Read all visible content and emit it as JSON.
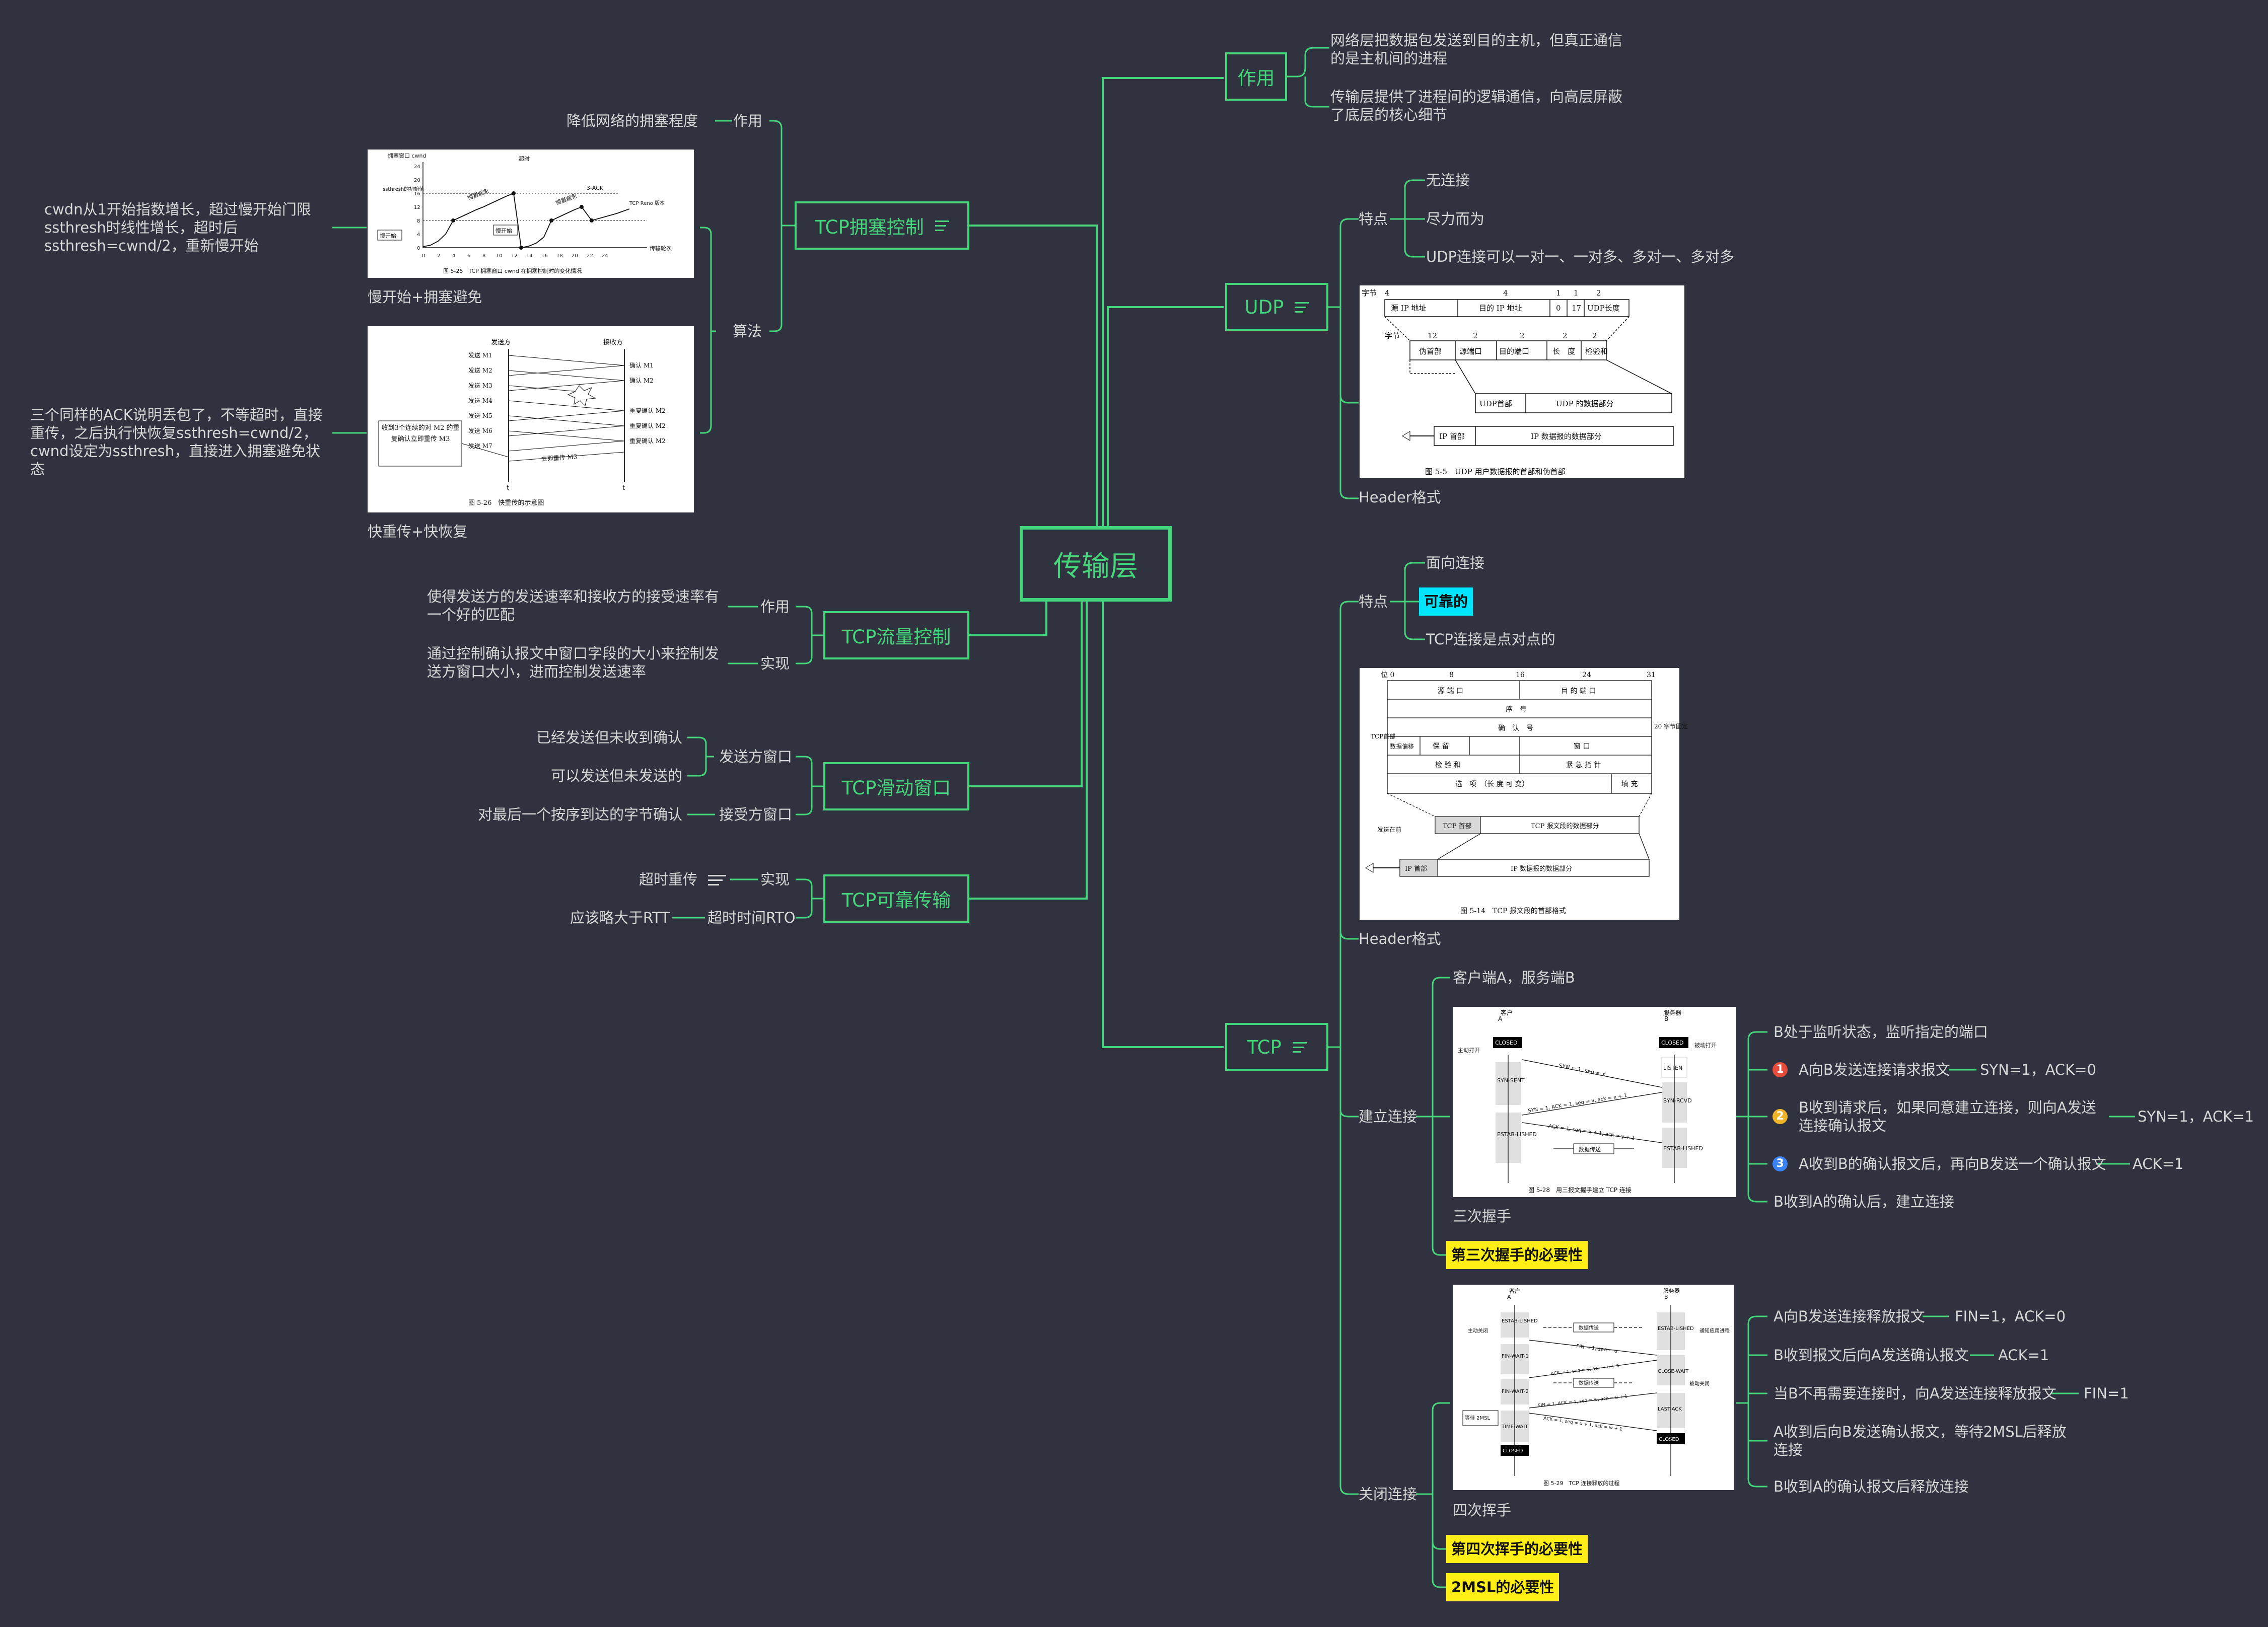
{
  "central": "传输层",
  "right": {
    "role": {
      "title": "作用",
      "items": [
        "网络层把数据包发送到目的主机，但真正通信的是主机间的进程",
        "传输层提供了进程间的逻辑通信，向高层屏蔽了底层的核心细节"
      ]
    },
    "udp": {
      "title": "UDP",
      "feature_label": "特点",
      "features": [
        "无连接",
        "尽力而为",
        "UDP连接可以一对一、一对多、多对一、多对多"
      ],
      "fig_caption": "图 5-5　UDP 用户数据报的首部和伪首部",
      "header_label": "Header格式",
      "fig": {
        "row1_label": "字节",
        "row1_nums": [
          "4",
          "4",
          "1",
          "1",
          "2"
        ],
        "row1_cells": [
          "源 IP 地址",
          "目的 IP 地址",
          "0",
          "17",
          "UDP长度"
        ],
        "row2_label": "字节",
        "row2_nums": [
          "12",
          "2",
          "2",
          "2",
          "2"
        ],
        "row2_cells": [
          "伪首部",
          "源端口",
          "目的端口",
          "长　度",
          "检验和"
        ],
        "udp_head": "UDP首部",
        "udp_data": "UDP 的数据部分",
        "ip_head": "IP 首部",
        "ip_data": "IP 数据报的数据部分"
      }
    },
    "tcp": {
      "title": "TCP",
      "feature_label": "特点",
      "features": [
        "面向连接",
        "可靠的",
        "TCP连接是点对点的"
      ],
      "fig_caption": "图 5-14　TCP 报文段的首部格式",
      "header_label": "Header格式",
      "fig": {
        "bits": [
          "位 0",
          "8",
          "16",
          "24",
          "31"
        ],
        "r1a": "源 端 口",
        "r1b": "目 的 端 口",
        "r2": "序　号",
        "r3": "确　认　号",
        "r4a": "数据偏移",
        "r4b": "保 留",
        "r4c": "窗 口",
        "r5a": "检 验 和",
        "r5b": "紧 急 指 针",
        "r6a": "选　项　（长 度 可 变）",
        "r6b": "填 充",
        "side_left": "TCP首部",
        "side_right": "20 字节固定",
        "send_dir": "发送在前",
        "tcp_head": "TCP 首部",
        "tcp_data": "TCP 报文段的数据部分",
        "ip_head": "IP 首部",
        "ip_data": "IP 数据报的数据部分"
      },
      "connect": {
        "label": "建立连接",
        "roles": "客户端A，服务端B",
        "handshake_caption": "三次握手",
        "fig_caption": "图 5-28　用三报文握手建立 TCP 连接",
        "fig": {
          "client": "客户",
          "server": "服务器",
          "a": "A",
          "b": "B",
          "closed": "CLOSED",
          "active": "主动打开",
          "passive": "被动打开",
          "listen": "LISTEN",
          "syn_sent": "SYN-SENT",
          "syn_rcvd": "SYN-RCVD",
          "est": "ESTAB-LISHED",
          "m1": "SYN = 1, seq = x",
          "m2": "SYN = 1, ACK = 1, seq = y, ack = x + 1",
          "m3": "ACK = 1, seq = x + 1, ack = y + 1",
          "data": "数据传送"
        },
        "steps": [
          {
            "num": "",
            "text": "B处于监听状态，监听指定的端口",
            "flag": ""
          },
          {
            "num": "1",
            "text": "A向B发送连接请求报文",
            "flag": "SYN=1，ACK=0"
          },
          {
            "num": "2",
            "text": "B收到请求后，如果同意建立连接，则向A发送连接确认报文",
            "flag": "SYN=1，ACK=1"
          },
          {
            "num": "3",
            "text": "A收到B的确认报文后，再向B发送一个确认报文",
            "flag": "ACK=1"
          },
          {
            "num": "",
            "text": "B收到A的确认后，建立连接",
            "flag": ""
          }
        ],
        "necessity": "第三次握手的必要性"
      },
      "close": {
        "label": "关闭连接",
        "wave_caption": "四次挥手",
        "fig_caption": "图 5-29　TCP 连接释放的过程",
        "fig": {
          "client": "客户",
          "server": "服务器",
          "a": "A",
          "b": "B",
          "est": "ESTAB-LISHED",
          "active_close": "主动关闭",
          "passive_close": "被动关闭",
          "notify": "通知应用进程",
          "fw1": "FIN-WAIT-1",
          "fw2": "FIN-WAIT-2",
          "tw": "TIME-WAIT",
          "cw": "CLOSE-WAIT",
          "la": "LAST-ACK",
          "closed": "CLOSED",
          "wait": "等待 2MSL",
          "m1": "FIN = 1, seq = u",
          "m2": "ACK = 1, seq = v, ack = u + 1",
          "m3": "FIN = 1, ACK = 1, seq = w, ack = u + 1",
          "m4": "ACK = 1, seq = u + 1, ack = w + 1",
          "data": "数据传送"
        },
        "steps": [
          {
            "text": "A向B发送连接释放报文",
            "flag": "FIN=1，ACK=0"
          },
          {
            "text": "B收到报文后向A发送确认报文",
            "flag": "ACK=1"
          },
          {
            "text": "当B不再需要连接时，向A发送连接释放报文",
            "flag": "FIN=1"
          },
          {
            "text": "A收到后向B发送确认报文，等待2MSL后释放连接",
            "flag": ""
          },
          {
            "text": "B收到A的确认报文后释放连接",
            "flag": ""
          }
        ],
        "necessity1": "第四次挥手的必要性",
        "necessity2": "2MSL的必要性"
      }
    }
  },
  "left": {
    "congestion": {
      "title": "TCP拥塞控制",
      "role_label": "作用",
      "role_text": "降低网络的拥塞程度",
      "algo_label": "算法",
      "slow_caption": "慢开始+拥塞避免",
      "slow_note": "cwdn从1开始指数增长，超过慢开始门限ssthresh时线性增长，超时后ssthresh=cwnd/2，重新慢开始",
      "fast_caption": "快重传+快恢复",
      "fast_note": "三个同样的ACK说明丢包了，不等超时，直接重传，之后执行快恢复ssthresh=cwnd/2，cwnd设定为ssthresh，直接进入拥塞避免状态",
      "chart_fig": {
        "ylabel": "拥塞窗口 cwnd",
        "xlabel": "传输轮次",
        "yticks": [
          "24",
          "20",
          "16",
          "12",
          "8",
          "4",
          "0"
        ],
        "xticks": [
          "0",
          "2",
          "4",
          "6",
          "8",
          "10",
          "12",
          "14",
          "16",
          "18",
          "20",
          "22",
          "24"
        ],
        "ssthresh": "ssthresh的初始值",
        "timeout": "超时",
        "ack3": "3-ACK",
        "reno": "TCP Reno 版本",
        "slow1": "慢开始",
        "slow2": "慢开始",
        "avoid1": "拥塞避免",
        "avoid2": "拥塞避免",
        "caption": "图 5-25　TCP 拥塞窗口 cwnd 在拥塞控制时的变化情况"
      },
      "fast_fig": {
        "sender": "发送方",
        "receiver": "接收方",
        "sends": [
          "发送 M1",
          "发送 M2",
          "发送 M3",
          "发送 M4",
          "发送 M5",
          "发送 M6",
          "发送 M7"
        ],
        "acks": [
          "确认 M1",
          "确认 M2",
          "重复确认 M2",
          "重复确认 M2",
          "重复确认 M2"
        ],
        "box": "收到3个连续的对 M2 的重复确认立即重传 M3",
        "resend": "立即重传 M3",
        "t": "t",
        "caption": "图 5-26　快重传的示意图"
      }
    },
    "flow": {
      "title": "TCP流量控制",
      "role_label": "作用",
      "role_text": "使得发送方的发送速率和接收方的接受速率有一个好的匹配",
      "impl_label": "实现",
      "impl_text": "通过控制确认报文中窗口字段的大小来控制发送方窗口大小，进而控制发送速率"
    },
    "window": {
      "title": "TCP滑动窗口",
      "send_label": "发送方窗口",
      "send_items": [
        "已经发送但未收到确认",
        "可以发送但未发送的"
      ],
      "recv_label": "接受方窗口",
      "recv_text": "对最后一个按序到达的字节确认"
    },
    "reliable": {
      "title": "TCP可靠传输",
      "impl_label": "实现",
      "impl_text": "超时重传",
      "rto_label": "超时时间RTO",
      "rto_text": "应该略大于RTT"
    }
  },
  "colors": {
    "bg": "#30333f",
    "accent": "#45d57a",
    "text": "#d7d7d7",
    "cyan": "#00e5ff",
    "yellow": "#ffef16",
    "badge_red": "#e74c3c",
    "badge_yellow": "#f0b429",
    "badge_blue": "#3b82f6"
  }
}
